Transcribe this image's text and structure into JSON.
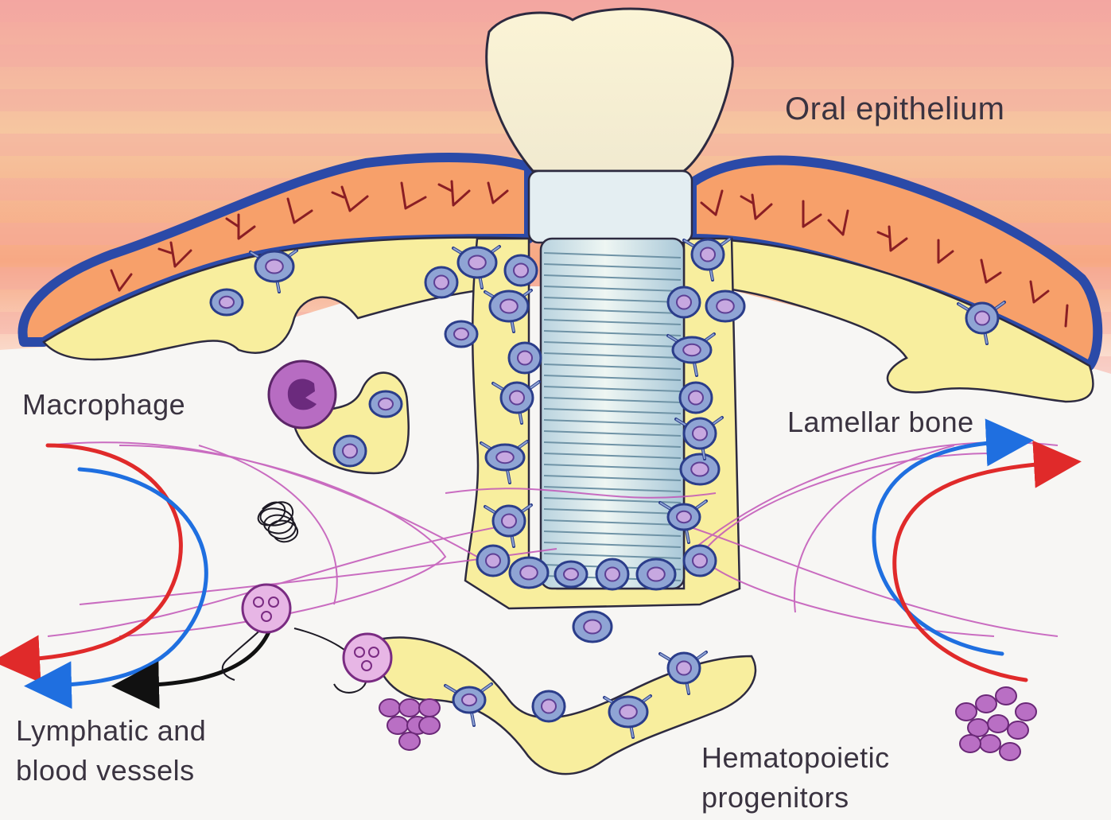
{
  "labels": {
    "oral_epithelium": "Oral epithelium",
    "macrophage": "Macrophage",
    "lamellar_bone": "Lamellar bone",
    "lymphatic_line1": "Lymphatic and",
    "lymphatic_line2": "blood vessels",
    "hematopoietic_line1": "Hematopoietic",
    "hematopoietic_line2": "progenitors"
  },
  "colors": {
    "epithelium_pink": "#f4a39a",
    "epithelium_orange": "#f6b27a",
    "epithelium_outline": "#2b4aa8",
    "bone_yellow": "#f7ec9a",
    "cell_blue": "#8fa4d4",
    "cell_outline": "#2b3d8a",
    "macrophage_purple": "#9b4fae",
    "vessel_red": "#e02a2a",
    "vessel_blue": "#1f6fe0",
    "fiber_magenta": "#c255b8",
    "crown_cream": "#f6f0cf",
    "implant_grey": "#cfe0ea"
  }
}
